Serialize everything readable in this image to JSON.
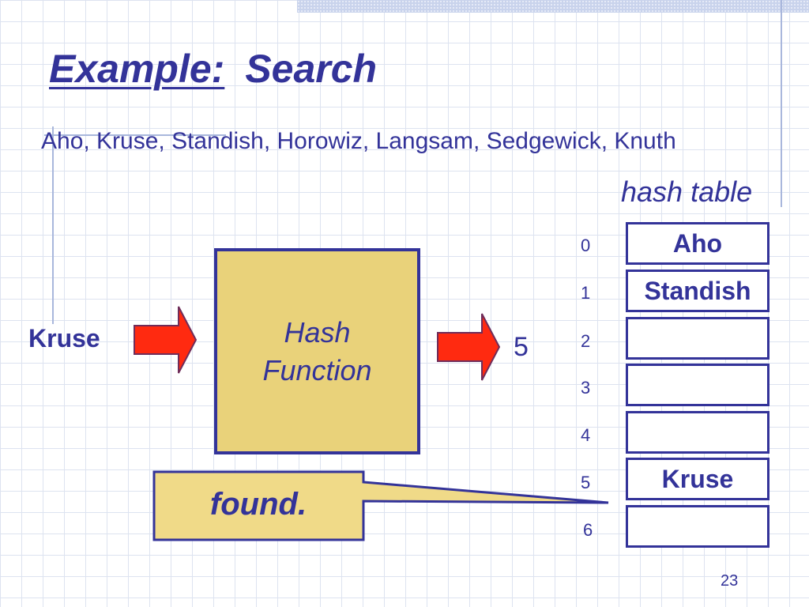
{
  "slide": {
    "title_part1": "Example:",
    "title_part2": "Search",
    "names_list": "Aho, Kruse, Standish, Horowiz, Langsam, Sedgewick, Knuth",
    "hash_table_caption": "hash table",
    "page_number": "23"
  },
  "diagram": {
    "input_key": "Kruse",
    "hash_function_line1": "Hash",
    "hash_function_line2": "Function",
    "output_index": "5",
    "callout_text": "found."
  },
  "hash_table": {
    "rows": [
      {
        "index": "0",
        "value": "Aho"
      },
      {
        "index": "1",
        "value": "Standish"
      },
      {
        "index": "2",
        "value": ""
      },
      {
        "index": "3",
        "value": ""
      },
      {
        "index": "4",
        "value": ""
      },
      {
        "index": "5",
        "value": "Kruse"
      },
      {
        "index": "6",
        "value": ""
      }
    ]
  },
  "colors": {
    "text": "#333399",
    "box_fill": "#e9d27a",
    "arrow_fill": "#ff2a10"
  }
}
